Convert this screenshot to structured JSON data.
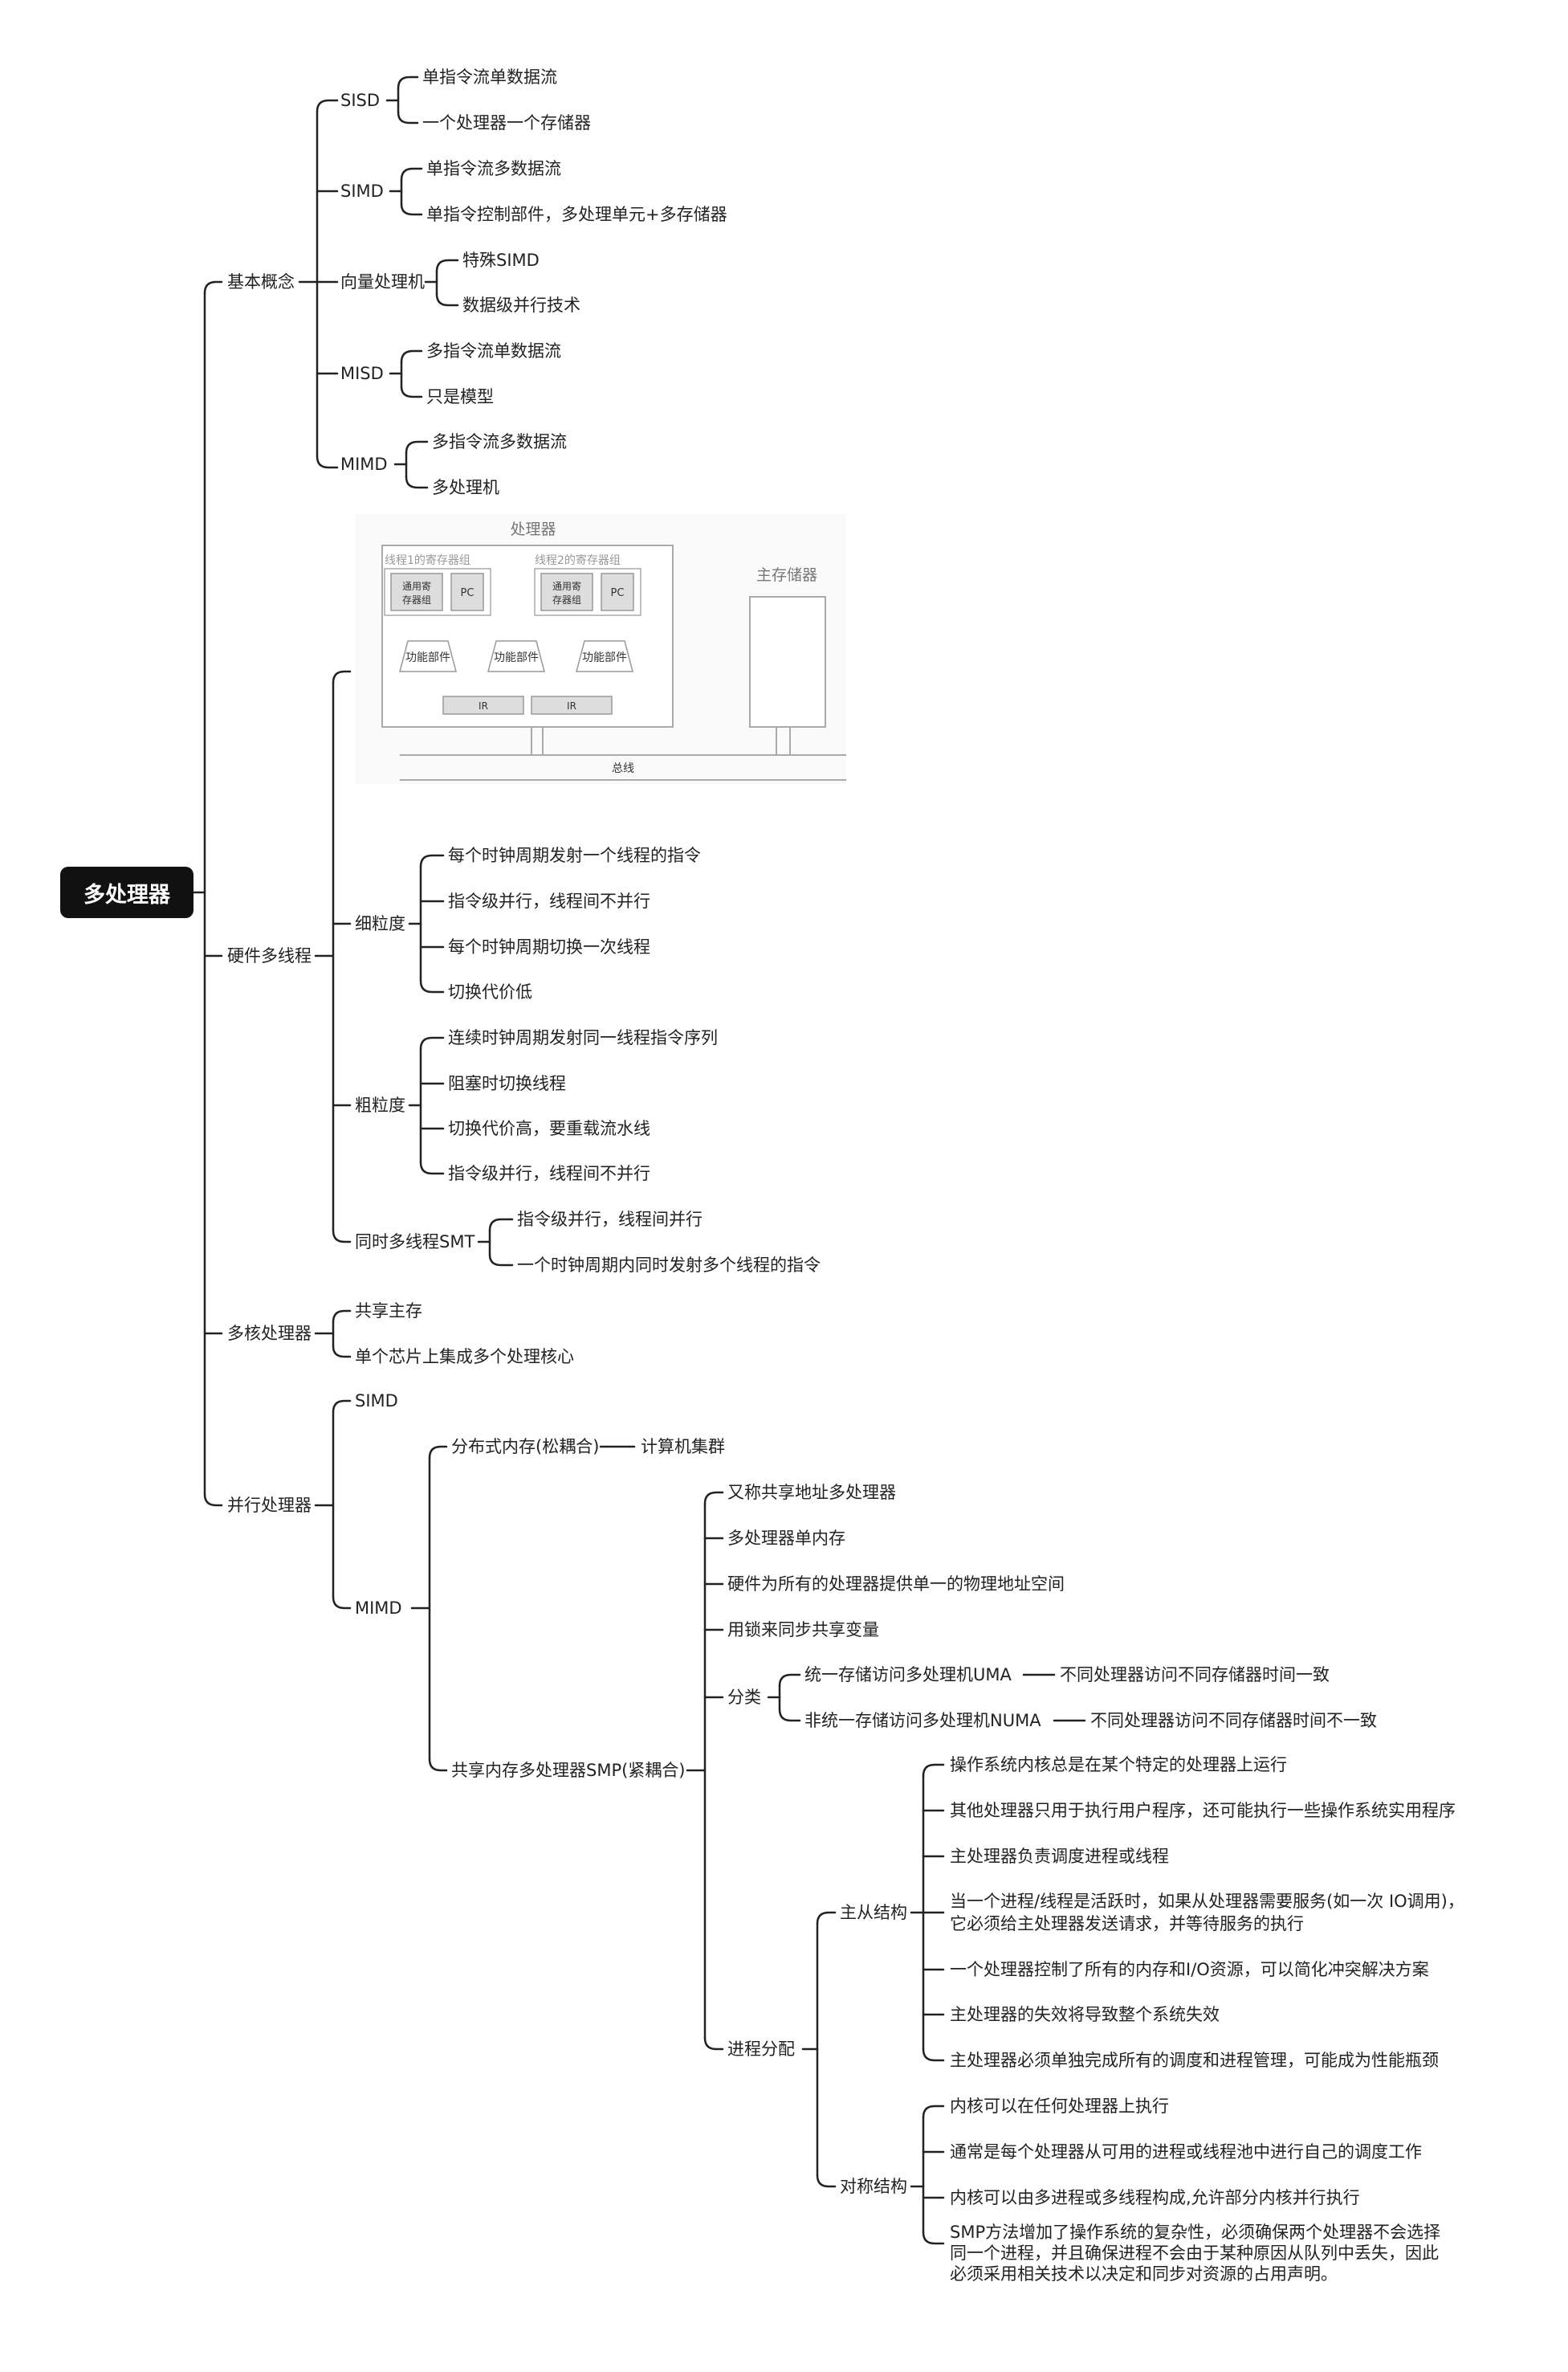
{
  "root": "多处理器",
  "basic": {
    "label": "基本概念",
    "sisd": {
      "label": "SISD",
      "items": [
        "单指令流单数据流",
        "一个处理器一个存储器"
      ]
    },
    "simd": {
      "label": "SIMD",
      "items": [
        "单指令流多数据流",
        "单指令控制部件，多处理单元+多存储器"
      ]
    },
    "vector": {
      "label": "向量处理机",
      "items": [
        "特殊SIMD",
        "数据级并行技术"
      ]
    },
    "misd": {
      "label": "MISD",
      "items": [
        "多指令流单数据流",
        "只是模型"
      ]
    },
    "mimd": {
      "label": "MIMD",
      "items": [
        "多指令流多数据流",
        "多处理机"
      ]
    }
  },
  "hw": {
    "label": "硬件多线程",
    "figure": {
      "processor": "处理器",
      "thread1": "线程1的寄存器组",
      "thread2": "线程2的寄存器组",
      "gpr_line1": "通用寄",
      "gpr_line2": "存器组",
      "pc": "PC",
      "func": "功能部件",
      "ir": "IR",
      "memory": "主存储器",
      "bus": "总线"
    },
    "fine": {
      "label": "细粒度",
      "items": [
        "每个时钟周期发射一个线程的指令",
        "指令级并行，线程间不并行",
        "每个时钟周期切换一次线程",
        "切换代价低"
      ]
    },
    "coarse": {
      "label": "粗粒度",
      "items": [
        "连续时钟周期发射同一线程指令序列",
        "阻塞时切换线程",
        "切换代价高，要重载流水线",
        "指令级并行，线程间不并行"
      ]
    },
    "smt": {
      "label": "同时多线程SMT",
      "items": [
        "指令级并行，线程间并行",
        "一个时钟周期内同时发射多个线程的指令"
      ]
    }
  },
  "multicore": {
    "label": "多核处理器",
    "items": [
      "共享主存",
      "单个芯片上集成多个处理核心"
    ]
  },
  "parallel": {
    "label": "并行处理器",
    "simd": "SIMD",
    "mimd": {
      "label": "MIMD",
      "dist": {
        "label": "分布式内存(松耦合)",
        "item": "计算机集群"
      },
      "smp": {
        "label": "共享内存多处理器SMP(紧耦合)",
        "items": [
          "又称共享地址多处理器",
          "多处理器单内存",
          "硬件为所有的处理器提供单一的物理地址空间",
          "用锁来同步共享变量"
        ],
        "class": {
          "label": "分类",
          "uma": {
            "label": "统一存储访问多处理机UMA",
            "note": "不同处理器访问不同存储器时间一致"
          },
          "numa": {
            "label": "非统一存储访问多处理机NUMA",
            "note": "不同处理器访问不同存储器时间不一致"
          }
        },
        "alloc": {
          "label": "进程分配",
          "ms": {
            "label": "主从结构",
            "items": [
              "操作系统内核总是在某个特定的处理器上运行",
              "其他处理器只用于执行用户程序，还可能执行一些操作系统实用程序",
              "主处理器负责调度进程或线程",
              "当一个进程/线程是活跃时，如果从处理器需要服务(如一次 IO调用)，",
              "它必须给主处理器发送请求，并等待服务的执行",
              "一个处理器控制了所有的内存和I/O资源，可以简化冲突解决方案",
              "主处理器的失效将导致整个系统失效",
              "主处理器必须单独完成所有的调度和进程管理，可能成为性能瓶颈"
            ]
          },
          "sym": {
            "label": "对称结构",
            "items": [
              "内核可以在任何处理器上执行",
              "通常是每个处理器从可用的进程或线程池中进行自己的调度工作",
              "内核可以由多进程或多线程构成,允许部分内核并行执行",
              "SMP方法增加了操作系统的复杂性，必须确保两个处理器不会选择",
              "同一个进程，并且确保进程不会由于某种原因从队列中丢失，因此",
              "必须采用相关技术以决定和同步对资源的占用声明。"
            ]
          }
        }
      }
    }
  }
}
